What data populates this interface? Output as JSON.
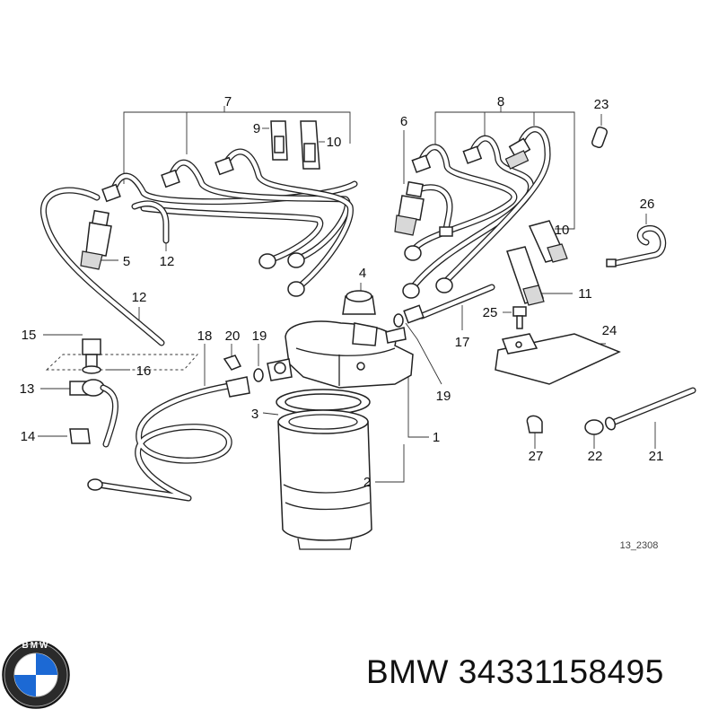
{
  "diagram": {
    "callouts": [
      {
        "id": "c7",
        "text": "7"
      },
      {
        "id": "c9",
        "text": "9"
      },
      {
        "id": "c10a",
        "text": "10"
      },
      {
        "id": "c8",
        "text": "8"
      },
      {
        "id": "c23",
        "text": "23"
      },
      {
        "id": "c6",
        "text": "6"
      },
      {
        "id": "c26",
        "text": "26"
      },
      {
        "id": "c10b",
        "text": "10"
      },
      {
        "id": "c5",
        "text": "5"
      },
      {
        "id": "c12a",
        "text": "12"
      },
      {
        "id": "c4",
        "text": "4"
      },
      {
        "id": "c11",
        "text": "11"
      },
      {
        "id": "c12b",
        "text": "12"
      },
      {
        "id": "c25",
        "text": "25"
      },
      {
        "id": "c24",
        "text": "24"
      },
      {
        "id": "c17",
        "text": "17"
      },
      {
        "id": "c15",
        "text": "15"
      },
      {
        "id": "c18",
        "text": "18"
      },
      {
        "id": "c20",
        "text": "20"
      },
      {
        "id": "c19a",
        "text": "19"
      },
      {
        "id": "c16",
        "text": "16"
      },
      {
        "id": "c19b",
        "text": "19"
      },
      {
        "id": "c13",
        "text": "13"
      },
      {
        "id": "c3",
        "text": "3"
      },
      {
        "id": "c1",
        "text": "1"
      },
      {
        "id": "c14",
        "text": "14"
      },
      {
        "id": "c27",
        "text": "27"
      },
      {
        "id": "c22",
        "text": "22"
      },
      {
        "id": "c21",
        "text": "21"
      },
      {
        "id": "c2",
        "text": "2"
      }
    ],
    "drawing_code": "13_2308"
  },
  "footer": {
    "brand": "BMW",
    "part_number": "34331158495",
    "logo_letters": "BMW"
  },
  "colors": {
    "line": "#222222",
    "background": "#ffffff",
    "logo_blue": "#1c69d4",
    "logo_ring": "#111111"
  }
}
